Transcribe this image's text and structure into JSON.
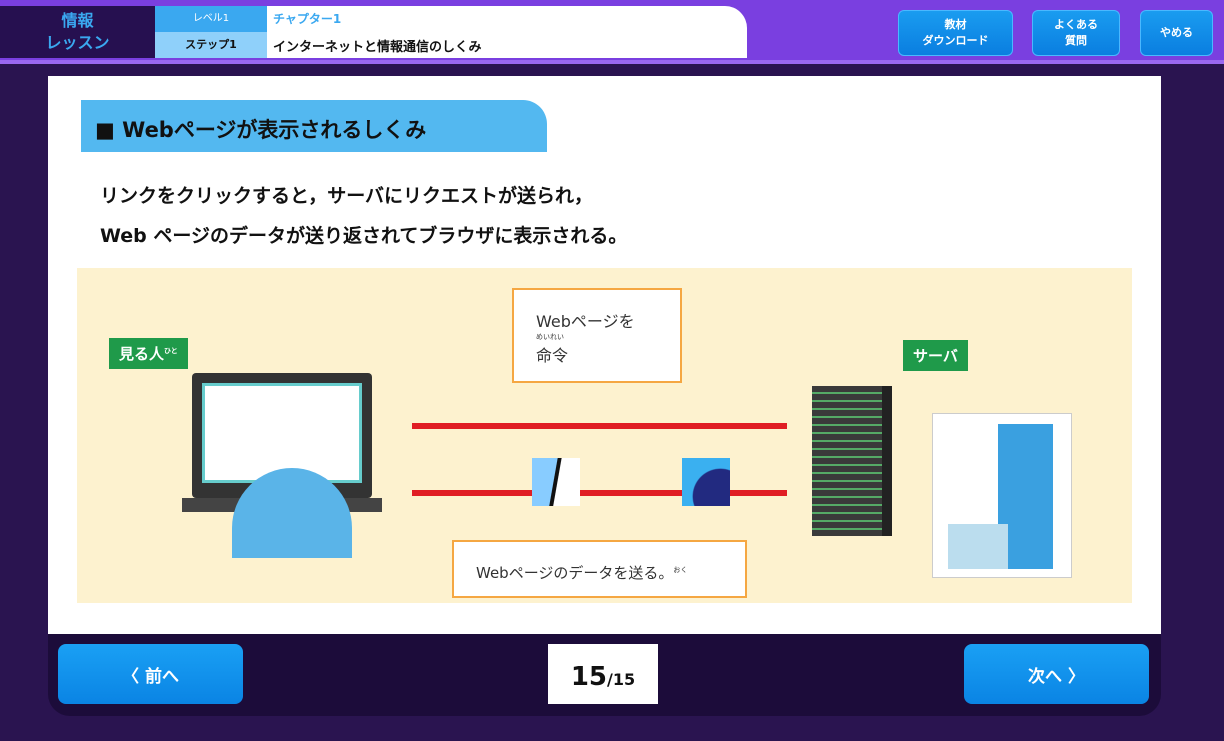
{
  "header": {
    "logo_line1": "情報",
    "logo_line2": "レッスン",
    "level": "レベル1",
    "step": "ステップ1",
    "chapter": "チャプター1",
    "lesson_title": "インターネットと情報通信のしくみ"
  },
  "toolbar": {
    "download_line1": "教材",
    "download_line2": "ダウンロード",
    "faq_line1": "よくある",
    "faq_line2": "質問",
    "quit": "やめる"
  },
  "main": {
    "heading": "■ Webページが表示されるしくみ",
    "desc_line1": "リンクをクリックすると，サーバにリクエストが送られ，",
    "desc_line2": "Web ページのデータが送り返されてブラウザに表示される。"
  },
  "diagram": {
    "viewer_label": "見る人",
    "viewer_ruby": "ひと",
    "server_label": "サーバ",
    "request_line1": "Webページを",
    "request_ruby": "めいれい",
    "request_line2": "命令",
    "response": "Webページのデータを送る。",
    "response_ruby": "おく"
  },
  "footer": {
    "prev": "前へ",
    "next": "次へ",
    "current_page": "15",
    "total_pages": "/15"
  },
  "colors": {
    "accent": "#0a84e4",
    "heading": "#53b8f0",
    "tag": "#1f9a4a",
    "arrow": "#e01e24"
  }
}
